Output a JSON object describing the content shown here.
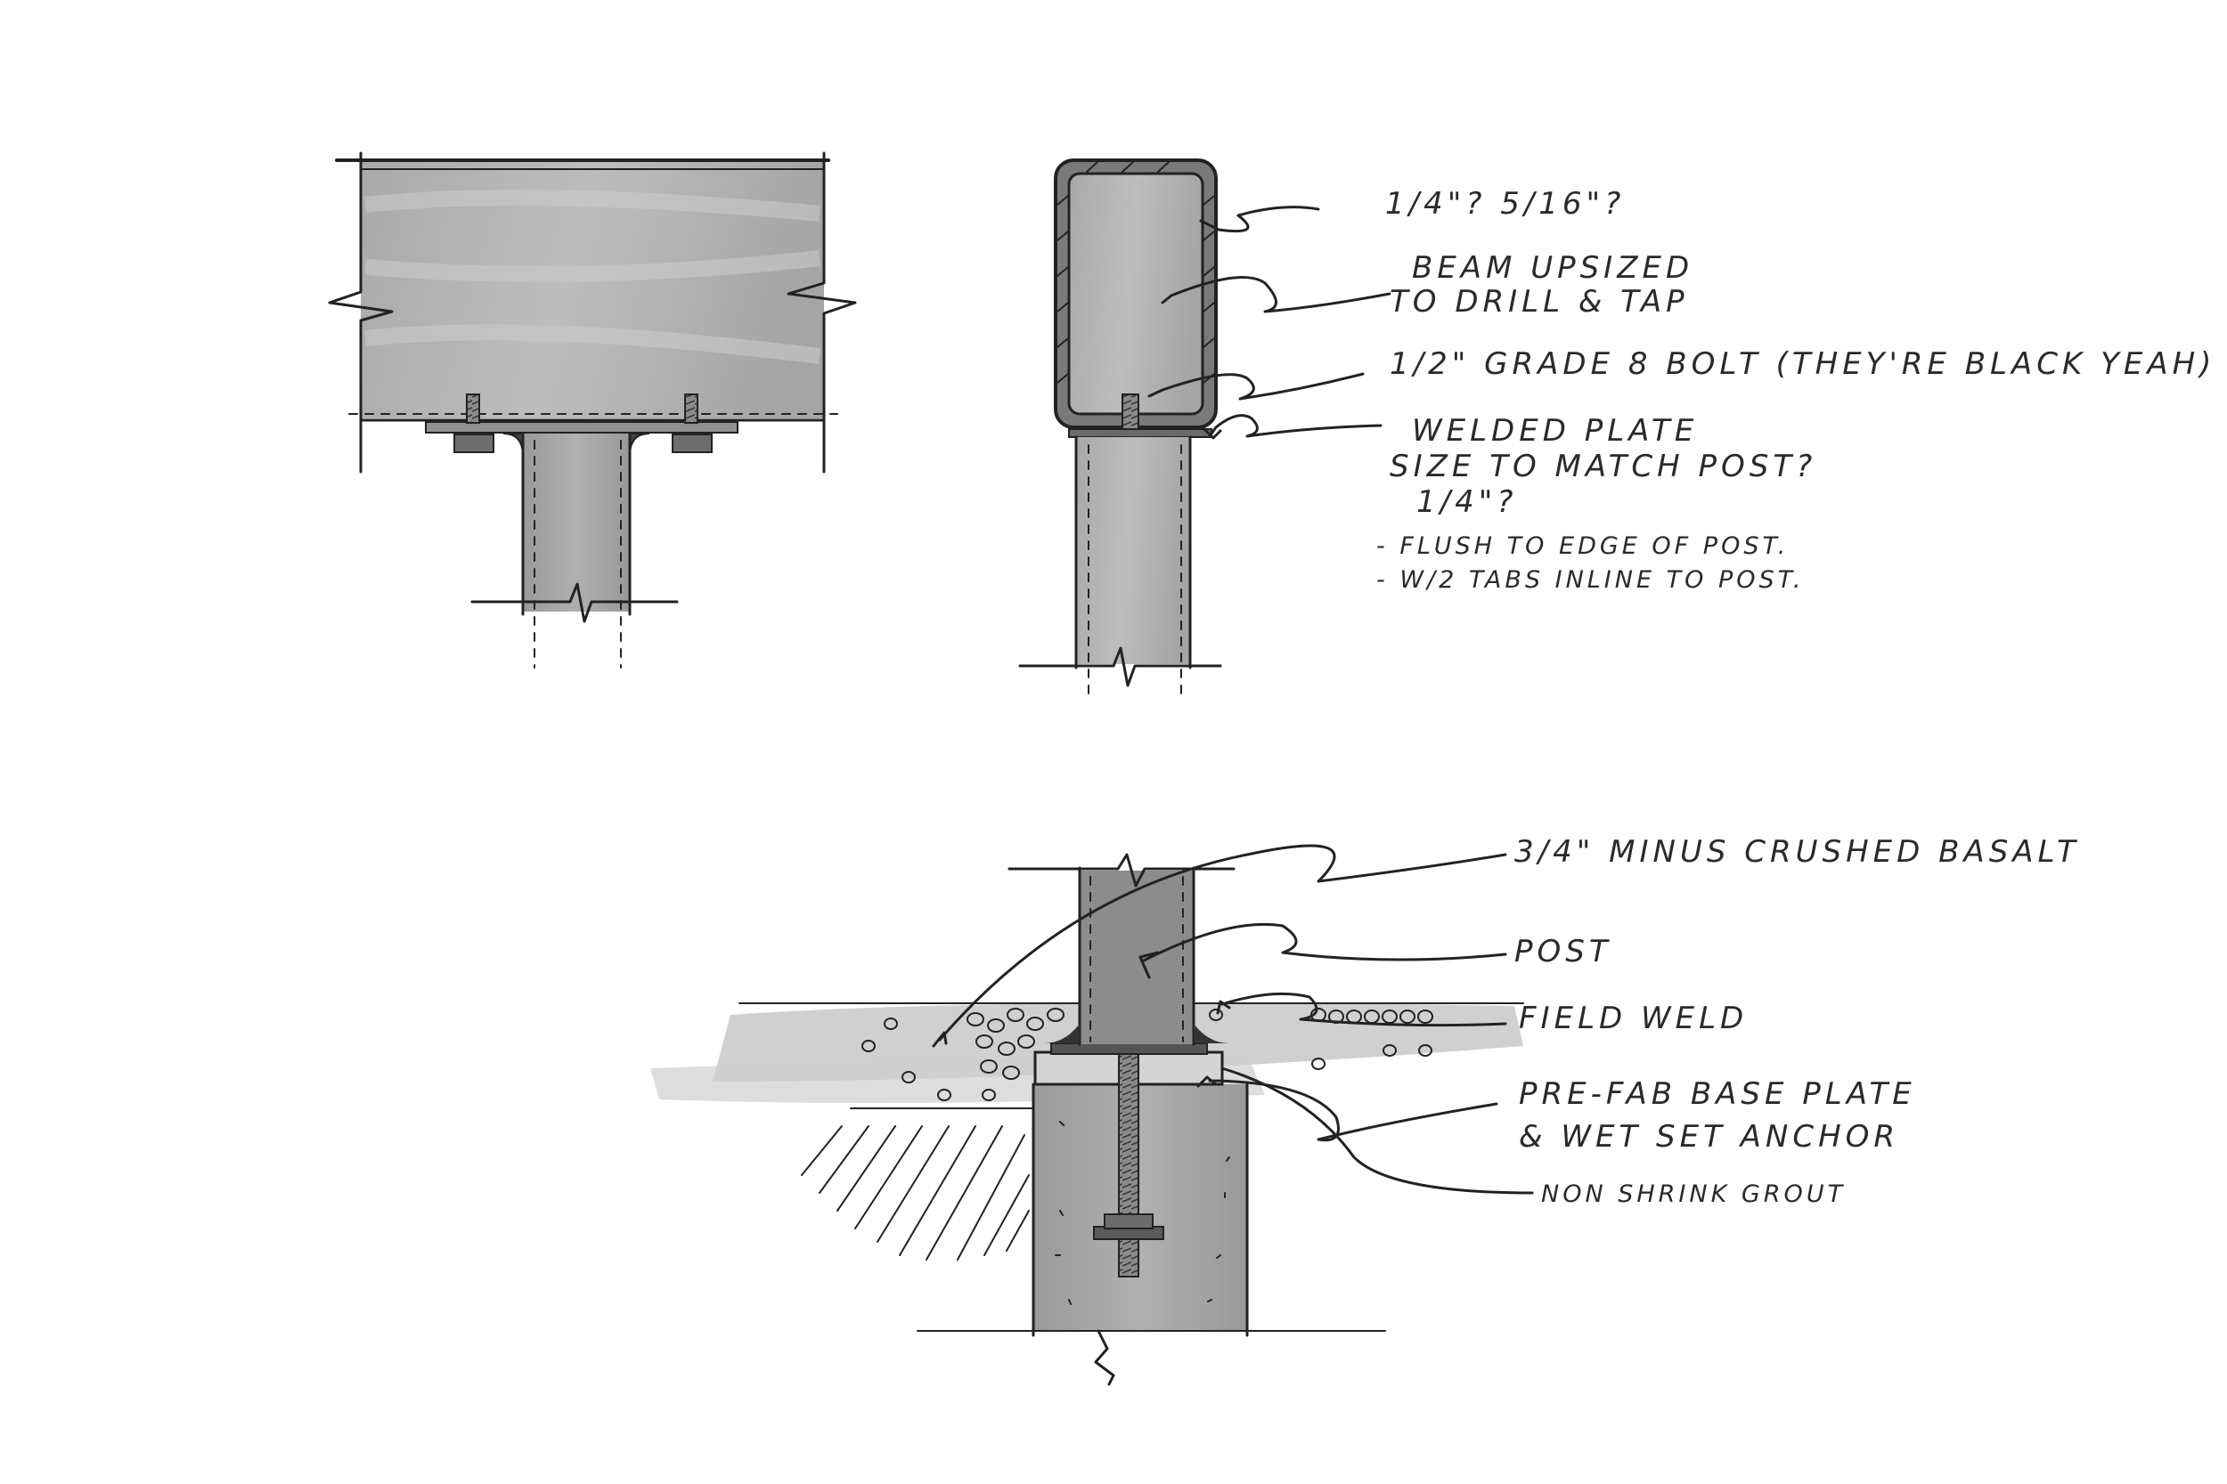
{
  "notes": {
    "plate_thickness": "1/4\"? 5/16\"?",
    "beam_upsized_1": "BEAM UPSIZED",
    "beam_upsized_2": "TO DRILL & TAP",
    "bolt": "1/2\" GRADE 8 BOLT (THEY'RE BLACK YEAH)",
    "welded_plate_1": "WELDED PLATE",
    "welded_plate_2": "SIZE TO MATCH POST?",
    "welded_plate_3": "1/4\"?",
    "welded_plate_4": "- FLUSH TO EDGE OF POST.",
    "welded_plate_5": "- W/2 TABS INLINE TO POST.",
    "crushed_basalt": "3/4\" MINUS CRUSHED BASALT",
    "post": "POST",
    "field_weld": "FIELD WELD",
    "base_plate_1": "PRE-FAB BASE PLATE",
    "base_plate_2": "& WET SET ANCHOR",
    "grout": "NON SHRINK GROUT"
  }
}
